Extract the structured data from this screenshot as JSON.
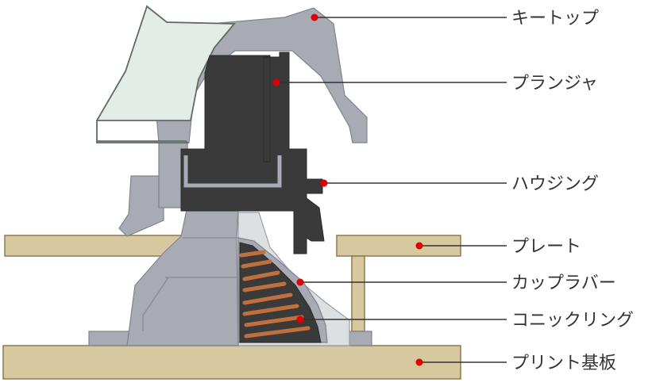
{
  "colors": {
    "keytop": "#a8abb4",
    "keytop_front": "#e3ece6",
    "keytop_outline": "#5d6b63",
    "plunger": "#3a3a3a",
    "housing": "#a8abb4",
    "housing_light": "#dde0e3",
    "plate": "#d8c8a0",
    "plate_outline": "#8c7b52",
    "spring": "#c0703c",
    "rubber_cup": "#e4e6e8",
    "dot": "#e00000",
    "line": "#333333"
  },
  "callouts": [
    {
      "id": "keytop",
      "label": "キートップ",
      "icon": "red-dot"
    },
    {
      "id": "plunger",
      "label": "プランジャ",
      "icon": "red-dot"
    },
    {
      "id": "housing",
      "label": "ハウジング",
      "icon": "red-dot"
    },
    {
      "id": "plate",
      "label": "プレート",
      "icon": "red-dot"
    },
    {
      "id": "cup-rubber",
      "label": "カップラバー",
      "icon": "red-dot"
    },
    {
      "id": "conic-spring",
      "label": "コニックリング",
      "icon": "red-dot"
    },
    {
      "id": "pcb",
      "label": "プリント基板",
      "icon": "red-dot"
    }
  ]
}
